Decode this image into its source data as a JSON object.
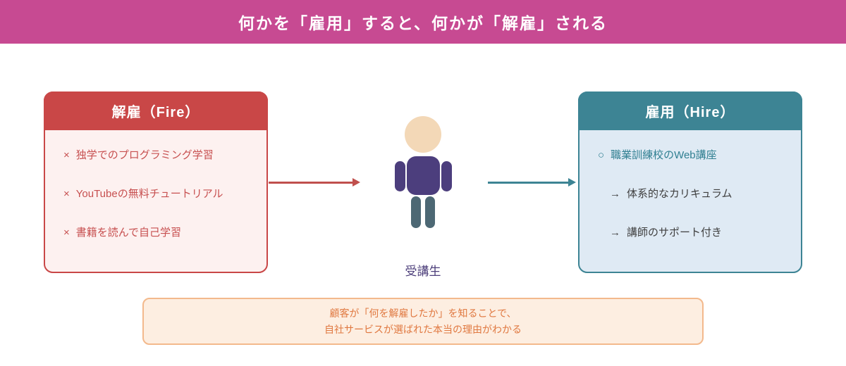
{
  "banner": {
    "title": "何かを「雇用」すると、何かが「解雇」される",
    "bg_color": "#c74a92",
    "text_color": "#ffffff"
  },
  "fire_card": {
    "title": "解雇（Fire）",
    "header_bg": "#c94747",
    "body_bg": "#fdf1f0",
    "item_color": "#c75050",
    "items": [
      {
        "mark": "×",
        "text": "独学でのプログラミング学習"
      },
      {
        "mark": "×",
        "text": "YouTubeの無料チュートリアル"
      },
      {
        "mark": "×",
        "text": "書籍を読んで自己学習"
      }
    ]
  },
  "hire_card": {
    "title": "雇用（Hire）",
    "header_bg": "#3d8494",
    "body_bg": "#dfeaf4",
    "primary_color": "#2f7f91",
    "sub_color": "#3f3f3f",
    "items": [
      {
        "mark": "○",
        "text": "職業訓練校のWeb講座"
      },
      {
        "mark": "→",
        "text": "体系的なカリキュラム"
      },
      {
        "mark": "→",
        "text": "講師のサポート付き"
      }
    ]
  },
  "person": {
    "label": "受講生",
    "head_color": "#f3d8b7",
    "body_color": "#4c3e7d",
    "leg_color": "#4d6874",
    "label_color": "#4c3e7a"
  },
  "arrows": {
    "fire_color": "#c0504d",
    "hire_color": "#3d8494"
  },
  "note": {
    "line1": "顧客が「何を解雇したか」を知ることで、",
    "line2": "自社サービスが選ばれた本当の理由がわかる",
    "bg_color": "#fdeee1",
    "border_color": "#f3b98c",
    "text_color": "#e07840"
  }
}
